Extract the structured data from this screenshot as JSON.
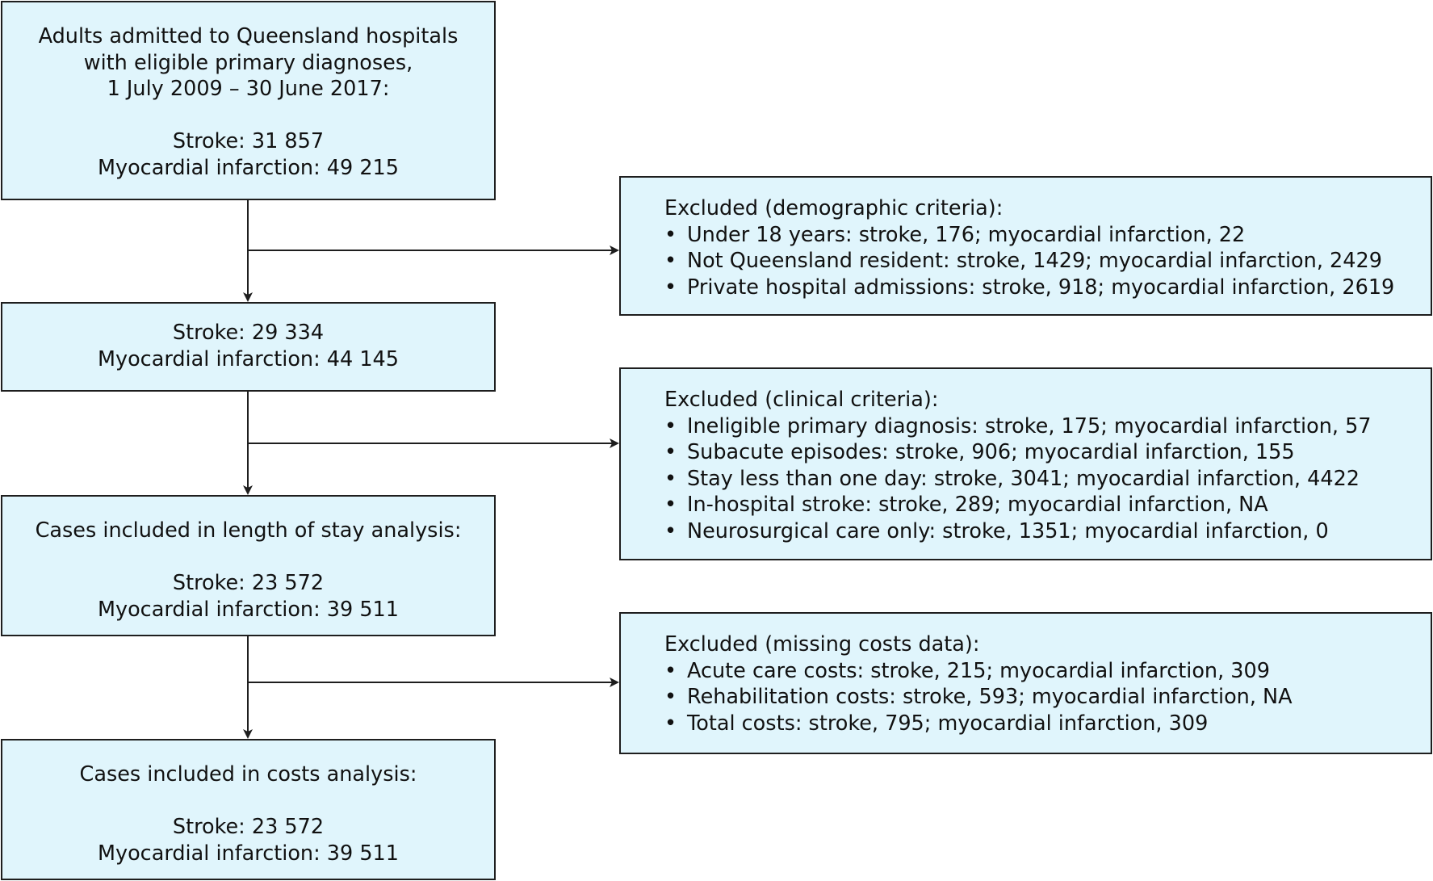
{
  "main_boxes": {
    "b1": {
      "lines": [
        "Adults admitted to Queensland hospitals",
        "with eligible primary diagnoses,",
        "1 July 2009 – 30 June 2017:"
      ],
      "stroke": "Stroke: 31 857",
      "mi": "Myocardial infarction: 49 215"
    },
    "b2": {
      "stroke": "Stroke: 29 334",
      "mi": "Myocardial infarction: 44 145"
    },
    "b3": {
      "heading": "Cases included in length of stay analysis:",
      "stroke": "Stroke: 23 572",
      "mi": "Myocardial infarction: 39 511"
    },
    "b4": {
      "heading": "Cases included in costs analysis:",
      "stroke": "Stroke: 23 572",
      "mi": "Myocardial infarction: 39 511"
    }
  },
  "exclusion_boxes": {
    "demographic": {
      "heading": "Excluded (demographic criteria):",
      "items": [
        "Under 18 years: stroke, 176; myocardial infarction, 22",
        "Not Queensland resident: stroke, 1429; myocardial infarction, 2429",
        "Private hospital admissions: stroke, 918; myocardial infarction, 2619"
      ]
    },
    "clinical": {
      "heading": "Excluded (clinical criteria):",
      "items": [
        "Ineligible primary diagnosis: stroke, 175; myocardial infarction, 57",
        "Subacute episodes: stroke, 906; myocardial infarction, 155",
        "Stay less than one day: stroke, 3041; myocardial infarction, 4422",
        "In-hospital stroke: stroke, 289; myocardial infarction, NA",
        "Neurosurgical care only: stroke, 1351; myocardial infarction, 0"
      ]
    },
    "costs": {
      "heading": "Excluded (missing costs data):",
      "items": [
        "Acute care costs: stroke, 215; myocardial infarction, 309",
        "Rehabilitation costs: stroke, 593; myocardial infarction, NA",
        "Total costs: stroke, 795; myocardial infarction, 309"
      ]
    }
  },
  "bullet_glyph": "•",
  "colors": {
    "box_fill": "#e0f5fc",
    "border": "#1e1e1e"
  }
}
